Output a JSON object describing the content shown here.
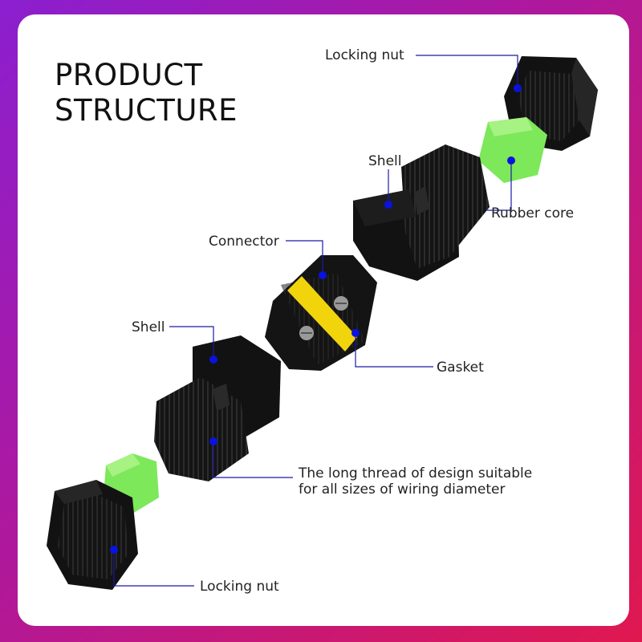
{
  "title": {
    "line1": "PRODUCT",
    "line2": "STRUCTURE"
  },
  "colors": {
    "background_start": "#8b1fd0",
    "background_end": "#e0184f",
    "card": "#ffffff",
    "part_black": "#111111",
    "rubber_core": "#7de85a",
    "gasket": "#f2d40c",
    "callout_dot": "#0a12e0",
    "callout_line": "#1a1aa8"
  },
  "labels": {
    "locking_nut_top": "Locking nut",
    "rubber_core": "Rubber core",
    "shell_top": "Shell",
    "connector": "Connector",
    "gasket": "Gasket",
    "shell_bottom": "Shell",
    "thread_line1": "The long thread of design suitable",
    "thread_line2": "for all sizes of wiring diameter",
    "locking_nut_bottom": "Locking nut"
  },
  "parts": [
    "locking-nut",
    "rubber-core",
    "shell",
    "connector",
    "gasket",
    "shell",
    "rubber-core",
    "locking-nut"
  ]
}
